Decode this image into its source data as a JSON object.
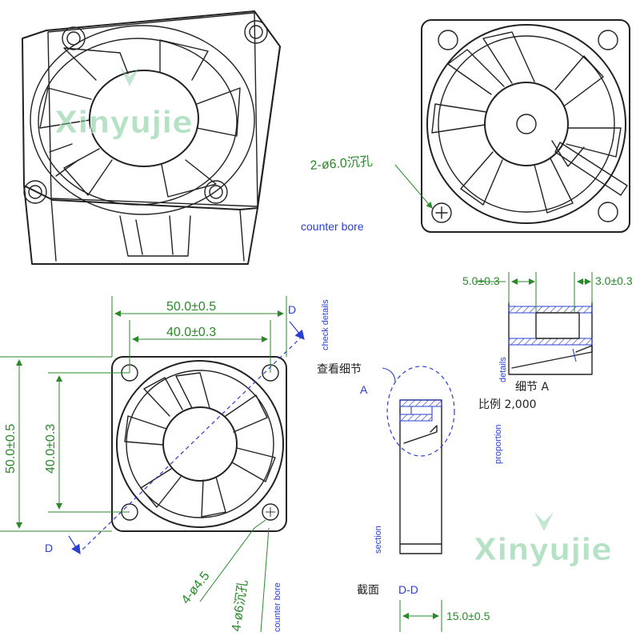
{
  "labels": {
    "top_bore_spec": "2-ø6.0沉孔",
    "top_bore_en": "counter bore",
    "dim_outer_w": "50.0±0.5",
    "dim_inner_w": "40.0±0.3",
    "dim_outer_h": "50.0±0.5",
    "dim_inner_h": "40.0±0.3",
    "section_mark_top": "D",
    "section_mark_bottom": "D",
    "check_details_en": "check details",
    "check_details_cn": "查看细节",
    "detail_letter": "A",
    "holes_spec": "4-ø4.5",
    "bores_spec": "4-ø6沉孔",
    "bores_en": "counter bore",
    "section_en": "section",
    "section_cn": "截面",
    "section_name": "D-D",
    "dim_thickness": "15.0±0.5",
    "detail_dim_left": "5.0±0.3",
    "detail_dim_right": "3.0±0.3",
    "details_en": "details",
    "detail_title": "细节 A",
    "proportion_cn": "比例 2,000",
    "proportion_en": "proportion"
  },
  "watermark": {
    "brand": "Xinyujie",
    "color": "#78c896"
  }
}
